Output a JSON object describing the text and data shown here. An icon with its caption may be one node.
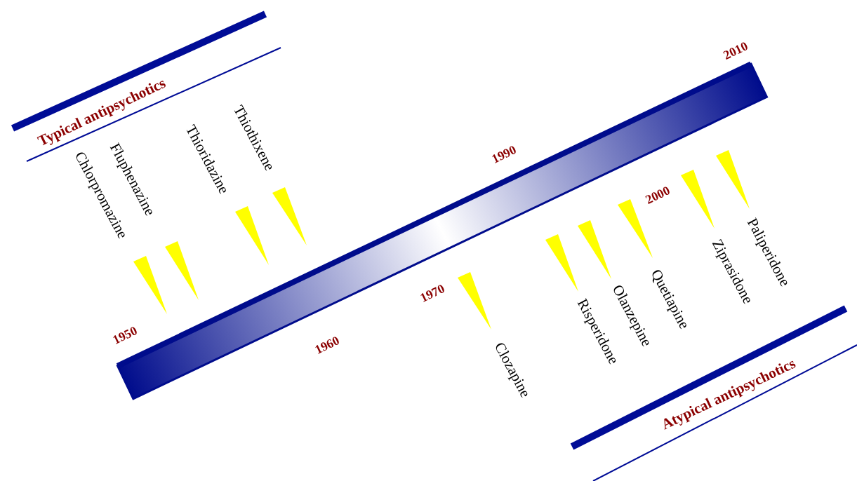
{
  "diagram": {
    "labels": [
      "Typical antipsychotics",
      "Chlorpromazine",
      "Fluphenazine",
      "Thioridazine",
      "Thiothixene",
      "1950",
      "1960",
      "1970",
      "1990",
      "2000",
      "2010",
      "Clozapine",
      "Risperidone",
      "Olanzepine",
      "Quetiapine",
      "Ziprasidone",
      "Paliperidone",
      "Atypical antipsychotics"
    ]
  }
}
